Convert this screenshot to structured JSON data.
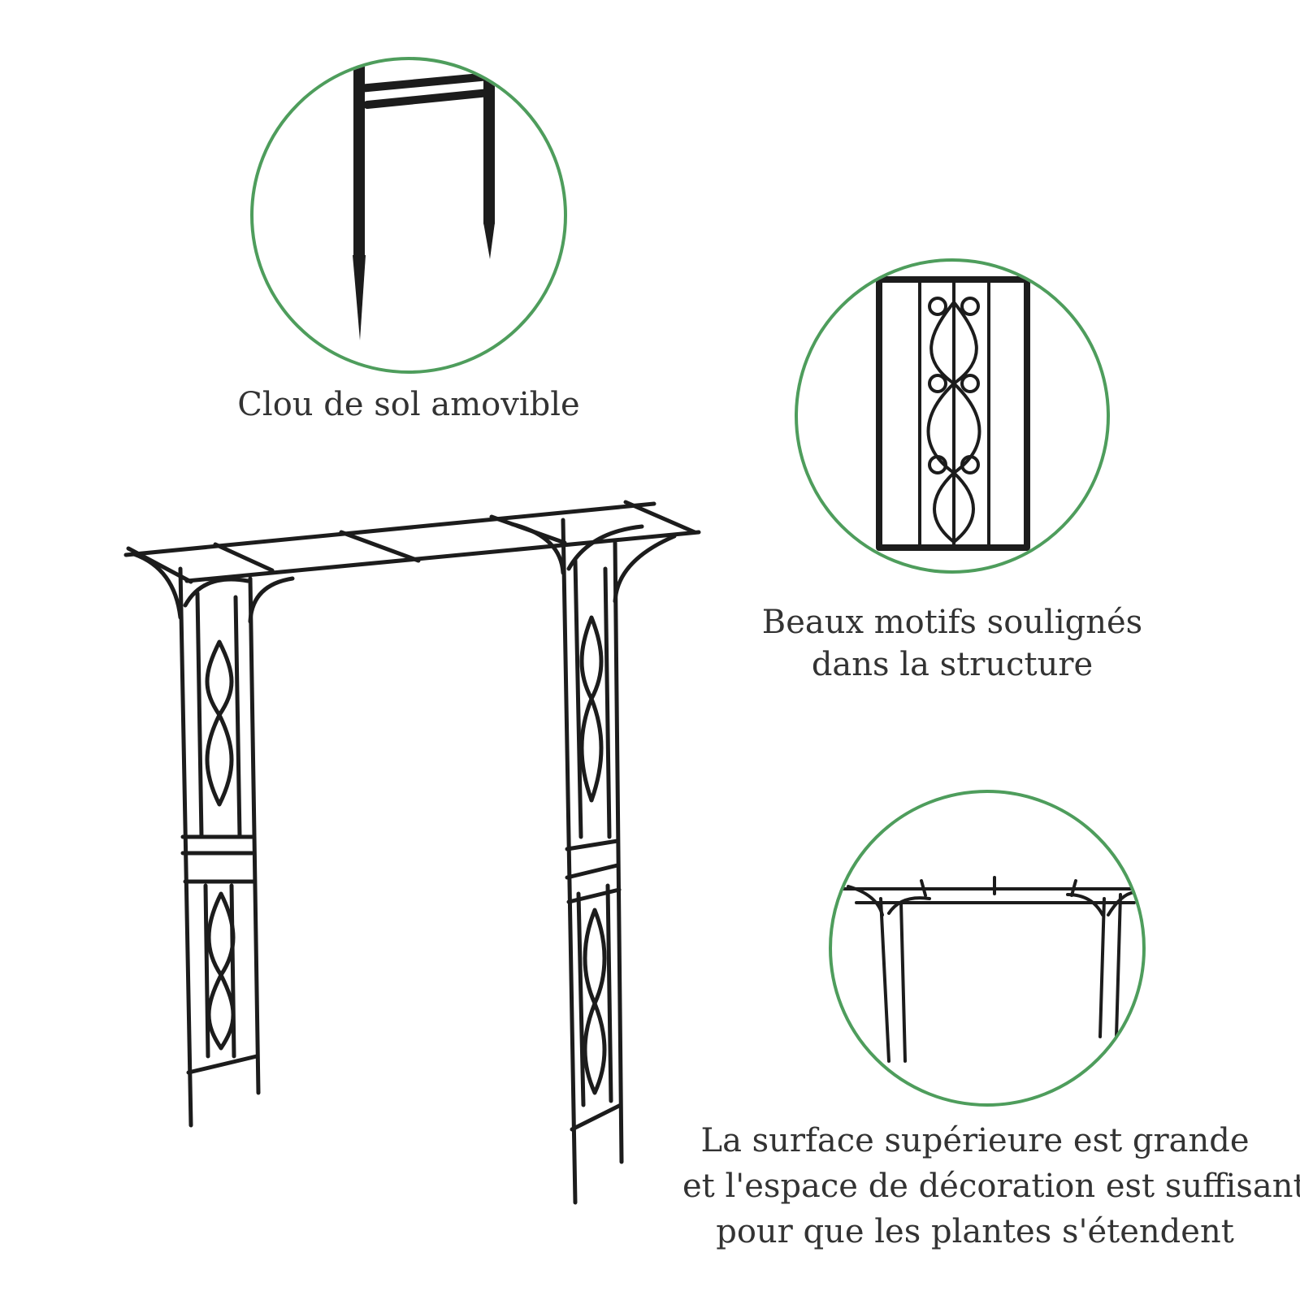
{
  "colors": {
    "ring": "#4e9d5c",
    "iron": "#1c1c1c",
    "caption": "#333333",
    "background": "#ffffff"
  },
  "callouts": [
    {
      "id": "ground-stake",
      "lines": [
        "Clou de sol amovible"
      ]
    },
    {
      "id": "decorative-pattern",
      "lines": [
        "Beaux motifs soulignés",
        "dans la structure"
      ]
    },
    {
      "id": "top-surface",
      "lines": [
        "La surface supérieure est grande",
        "et l'espace de décoration est suffisant",
        "pour que les plantes s'étendent"
      ]
    }
  ]
}
